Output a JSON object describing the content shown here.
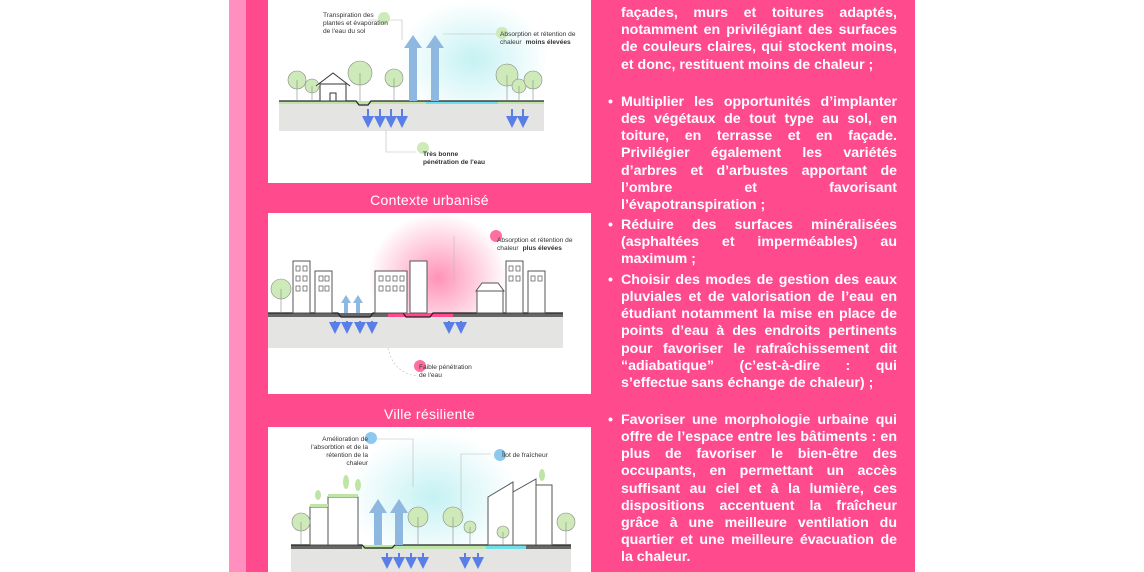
{
  "colors": {
    "panel": "#ff4a8d",
    "strip": "#ff8fbe",
    "water": "#8fb8e0",
    "arrow_down": "#5a7ee8",
    "tree": "#cdeab8",
    "heat": "#ff6fa0",
    "cool": "#bff0f2"
  },
  "figures": [
    {
      "caption": "",
      "labels": {
        "transpiration": [
          "Transpiration des",
          "plantes et évaporation",
          "de l'eau du sol"
        ],
        "absorption": [
          "Absorption et rétention de",
          "chaleur",
          "moins élevées"
        ],
        "penetration": [
          "Très bonne",
          "pénétration de l'eau"
        ]
      }
    },
    {
      "caption": "Contexte urbanisé",
      "labels": {
        "absorption": [
          "Absorption et rétention de",
          "chaleur",
          "plus élevées"
        ],
        "penetration": [
          "Faible pénétration",
          "de l'eau"
        ]
      }
    },
    {
      "caption": "Ville résiliente",
      "labels": {
        "amelioration": [
          "Amélioration de",
          "l'absorbtion et de la",
          "rétention de la",
          "chaleur"
        ],
        "ilot": "Îlot de fraîcheur"
      }
    }
  ],
  "bullets": [
    "Choisir des matériaux de revêtement de façades, murs et toitures adaptés, notamment en privilégiant des surfaces de couleurs claires, qui stockent moins, et donc, restituent moins de chaleur ;",
    "Multiplier les opportunités d’implanter des végétaux de tout type au sol, en toiture, en terrasse et en façade. Privilégier également les variétés d’arbres et d’arbustes apportant de l’ombre et favorisant l’évapotranspiration ;",
    "Réduire des surfaces minéralisées (asphaltées et imperméables) au maximum ;",
    "Choisir des modes de gestion des eaux pluviales et de valorisation de l’eau en étudiant notamment la mise en place de points d’eau à des endroits pertinents pour favoriser le rafraîchissement dit “adiabatique” (c’est-à-dire : qui s’effectue sans échange de chaleur) ;",
    "Favoriser une morphologie urbaine qui offre de l’espace entre les bâtiments : en plus de favoriser le bien-être des occupants, en permettant un accès suffisant au ciel et à la lumière, ces dispositions accentuent la fraîcheur grâce à une meilleure ventilation du quartier et une meilleure évacuation de la chaleur."
  ],
  "bullet_symbol": "•"
}
